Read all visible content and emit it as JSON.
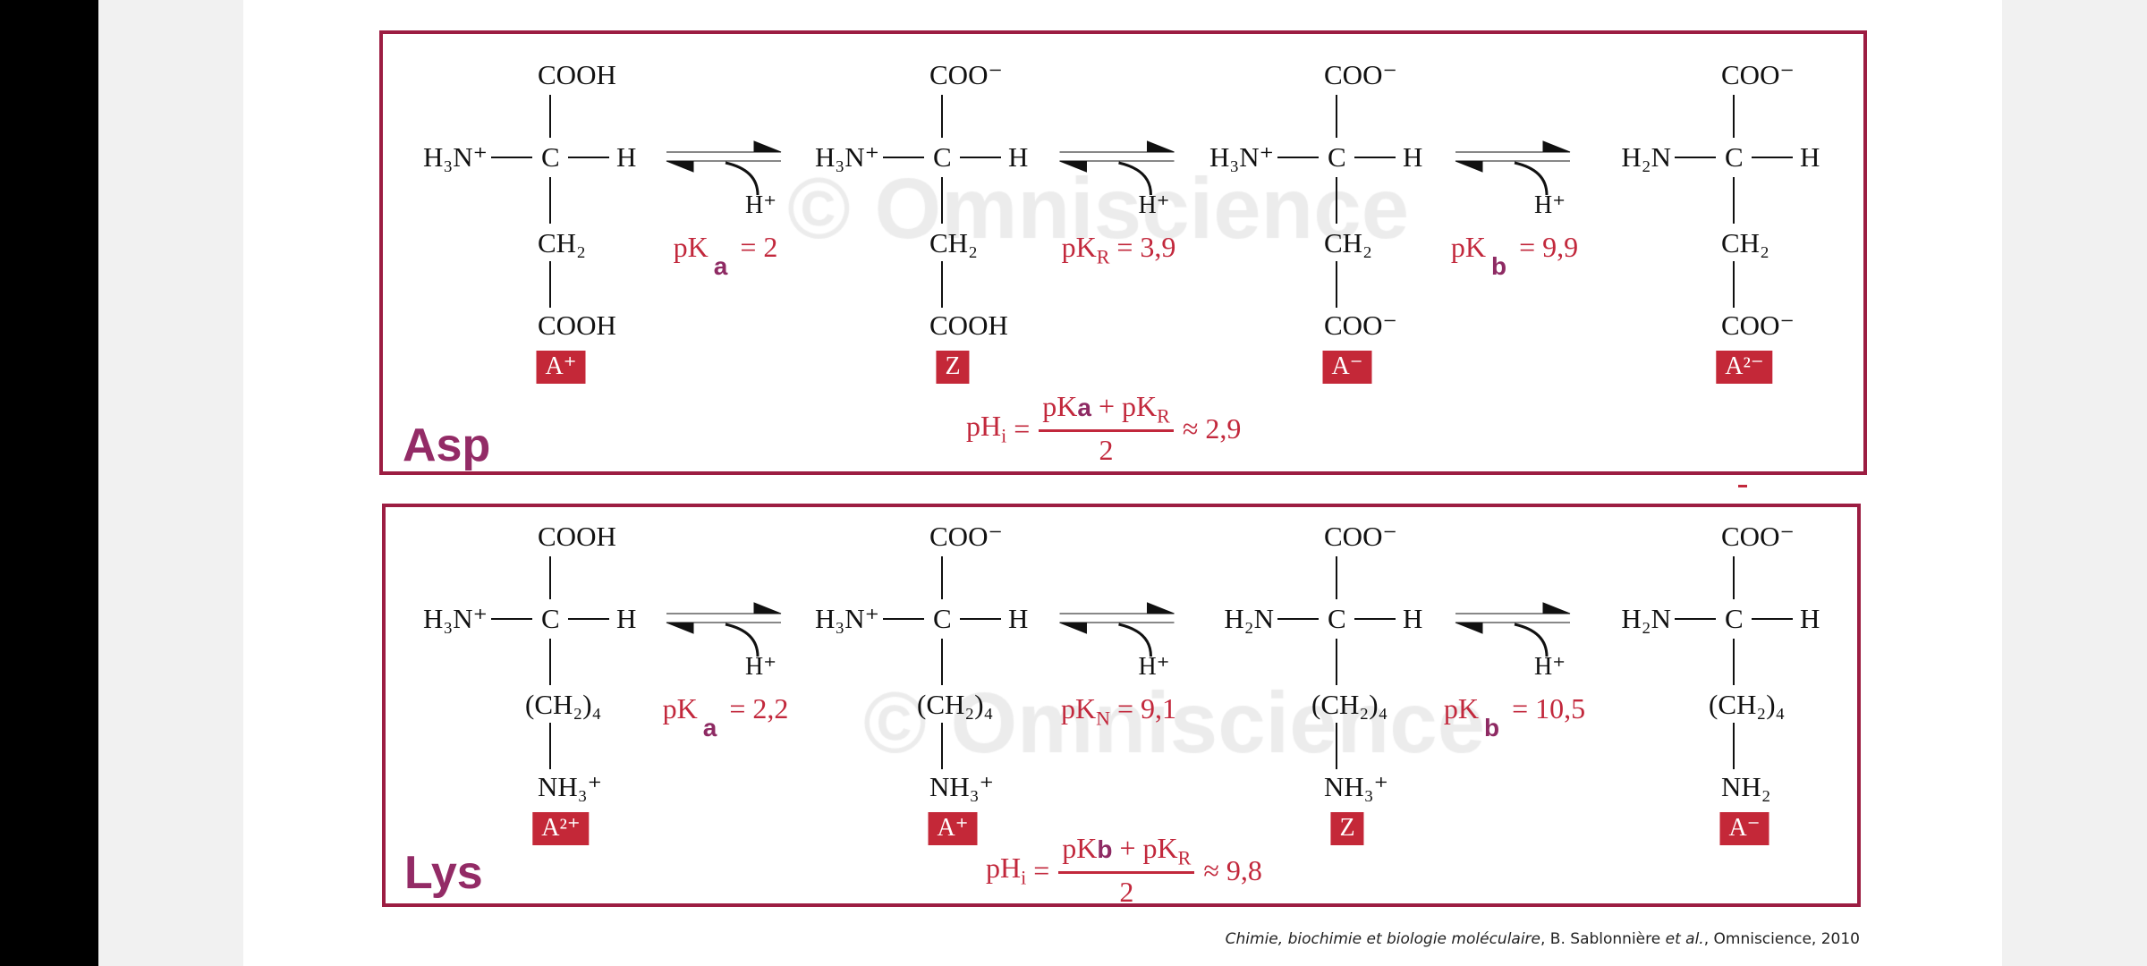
{
  "watermark": "© Omniscience",
  "caption": {
    "title_italic": "Chimie, biochimie et biologie moléculaire",
    "authors": ", B. Sablonnière ",
    "etal_italic": "et al.",
    "rest": ", Omniscience, 2010"
  },
  "colors": {
    "frame": "#9c1d42",
    "red_text": "#c2283c",
    "badge": "#c42838",
    "edited_purple": "#8e2a63"
  },
  "panels": [
    {
      "name": "Asp",
      "label": "Asp",
      "molecules": [
        {
          "top": "COOH",
          "left": "H₃N⁺",
          "center": "C",
          "right": "H",
          "side": "CH₂",
          "bottom": "COOH",
          "badge": "A⁺"
        },
        {
          "top": "COO⁻",
          "left": "H₃N⁺",
          "center": "C",
          "right": "H",
          "side": "CH₂",
          "bottom": "COOH",
          "badge": "Z"
        },
        {
          "top": "COO⁻",
          "left": "H₃N⁺",
          "center": "C",
          "right": "H",
          "side": "CH₂",
          "bottom": "COO⁻",
          "badge": "A⁻"
        },
        {
          "top": "COO⁻",
          "left": "H₂N",
          "center": "C",
          "right": "H",
          "side": "CH₂",
          "bottom": "COO⁻",
          "badge": "A²⁻"
        }
      ],
      "equilibria": [
        {
          "proton": "H⁺",
          "pk": "pK",
          "sub": "a",
          "sub_edited": true,
          "value": "= 2"
        },
        {
          "proton": "H⁺",
          "pk": "pK",
          "sub": "R",
          "sub_edited": false,
          "value": "= 3,9"
        },
        {
          "proton": "H⁺",
          "pk": "pK",
          "sub": "b",
          "sub_edited": true,
          "value": "= 9,9"
        }
      ],
      "formula": {
        "lhs": "pH",
        "lhs_sub": "i",
        "eq": "=",
        "num_a": "pK",
        "num_a_sub": "a",
        "num_plus": " + pK",
        "num_b_sub": "R",
        "den": "2",
        "result": "≈ 2,9"
      }
    },
    {
      "name": "Lys",
      "label": "Lys",
      "molecules": [
        {
          "top": "COOH",
          "left": "H₃N⁺",
          "center": "C",
          "right": "H",
          "side": "(CH₂)₄",
          "bottom": "NH₃⁺",
          "badge": "A²⁺"
        },
        {
          "top": "COO⁻",
          "left": "H₃N⁺",
          "center": "C",
          "right": "H",
          "side": "(CH₂)₄",
          "bottom": "NH₃⁺",
          "badge": "A⁺"
        },
        {
          "top": "COO⁻",
          "left": "H₂N",
          "center": "C",
          "right": "H",
          "side": "(CH₂)₄",
          "bottom": "NH₃⁺",
          "badge": "Z"
        },
        {
          "top": "COO⁻",
          "left": "H₂N",
          "center": "C",
          "right": "H",
          "side": "(CH₂)₄",
          "bottom": "NH₂",
          "badge": "A⁻"
        }
      ],
      "equilibria": [
        {
          "proton": "H⁺",
          "pk": "pK",
          "sub": "a",
          "sub_edited": true,
          "value": "= 2,2"
        },
        {
          "proton": "H⁺",
          "pk": "pK",
          "sub": "N",
          "sub_edited": false,
          "value": "= 9,1"
        },
        {
          "proton": "H⁺",
          "pk": "pK",
          "sub": "b",
          "sub_edited": true,
          "value": "= 10,5"
        }
      ],
      "formula": {
        "lhs": "pH",
        "lhs_sub": "i",
        "eq": "=",
        "num_a": "pK",
        "num_a_sub": "b",
        "num_plus": " + pK",
        "num_b_sub": "R",
        "den": "2",
        "result": "≈ 9,8"
      }
    }
  ]
}
